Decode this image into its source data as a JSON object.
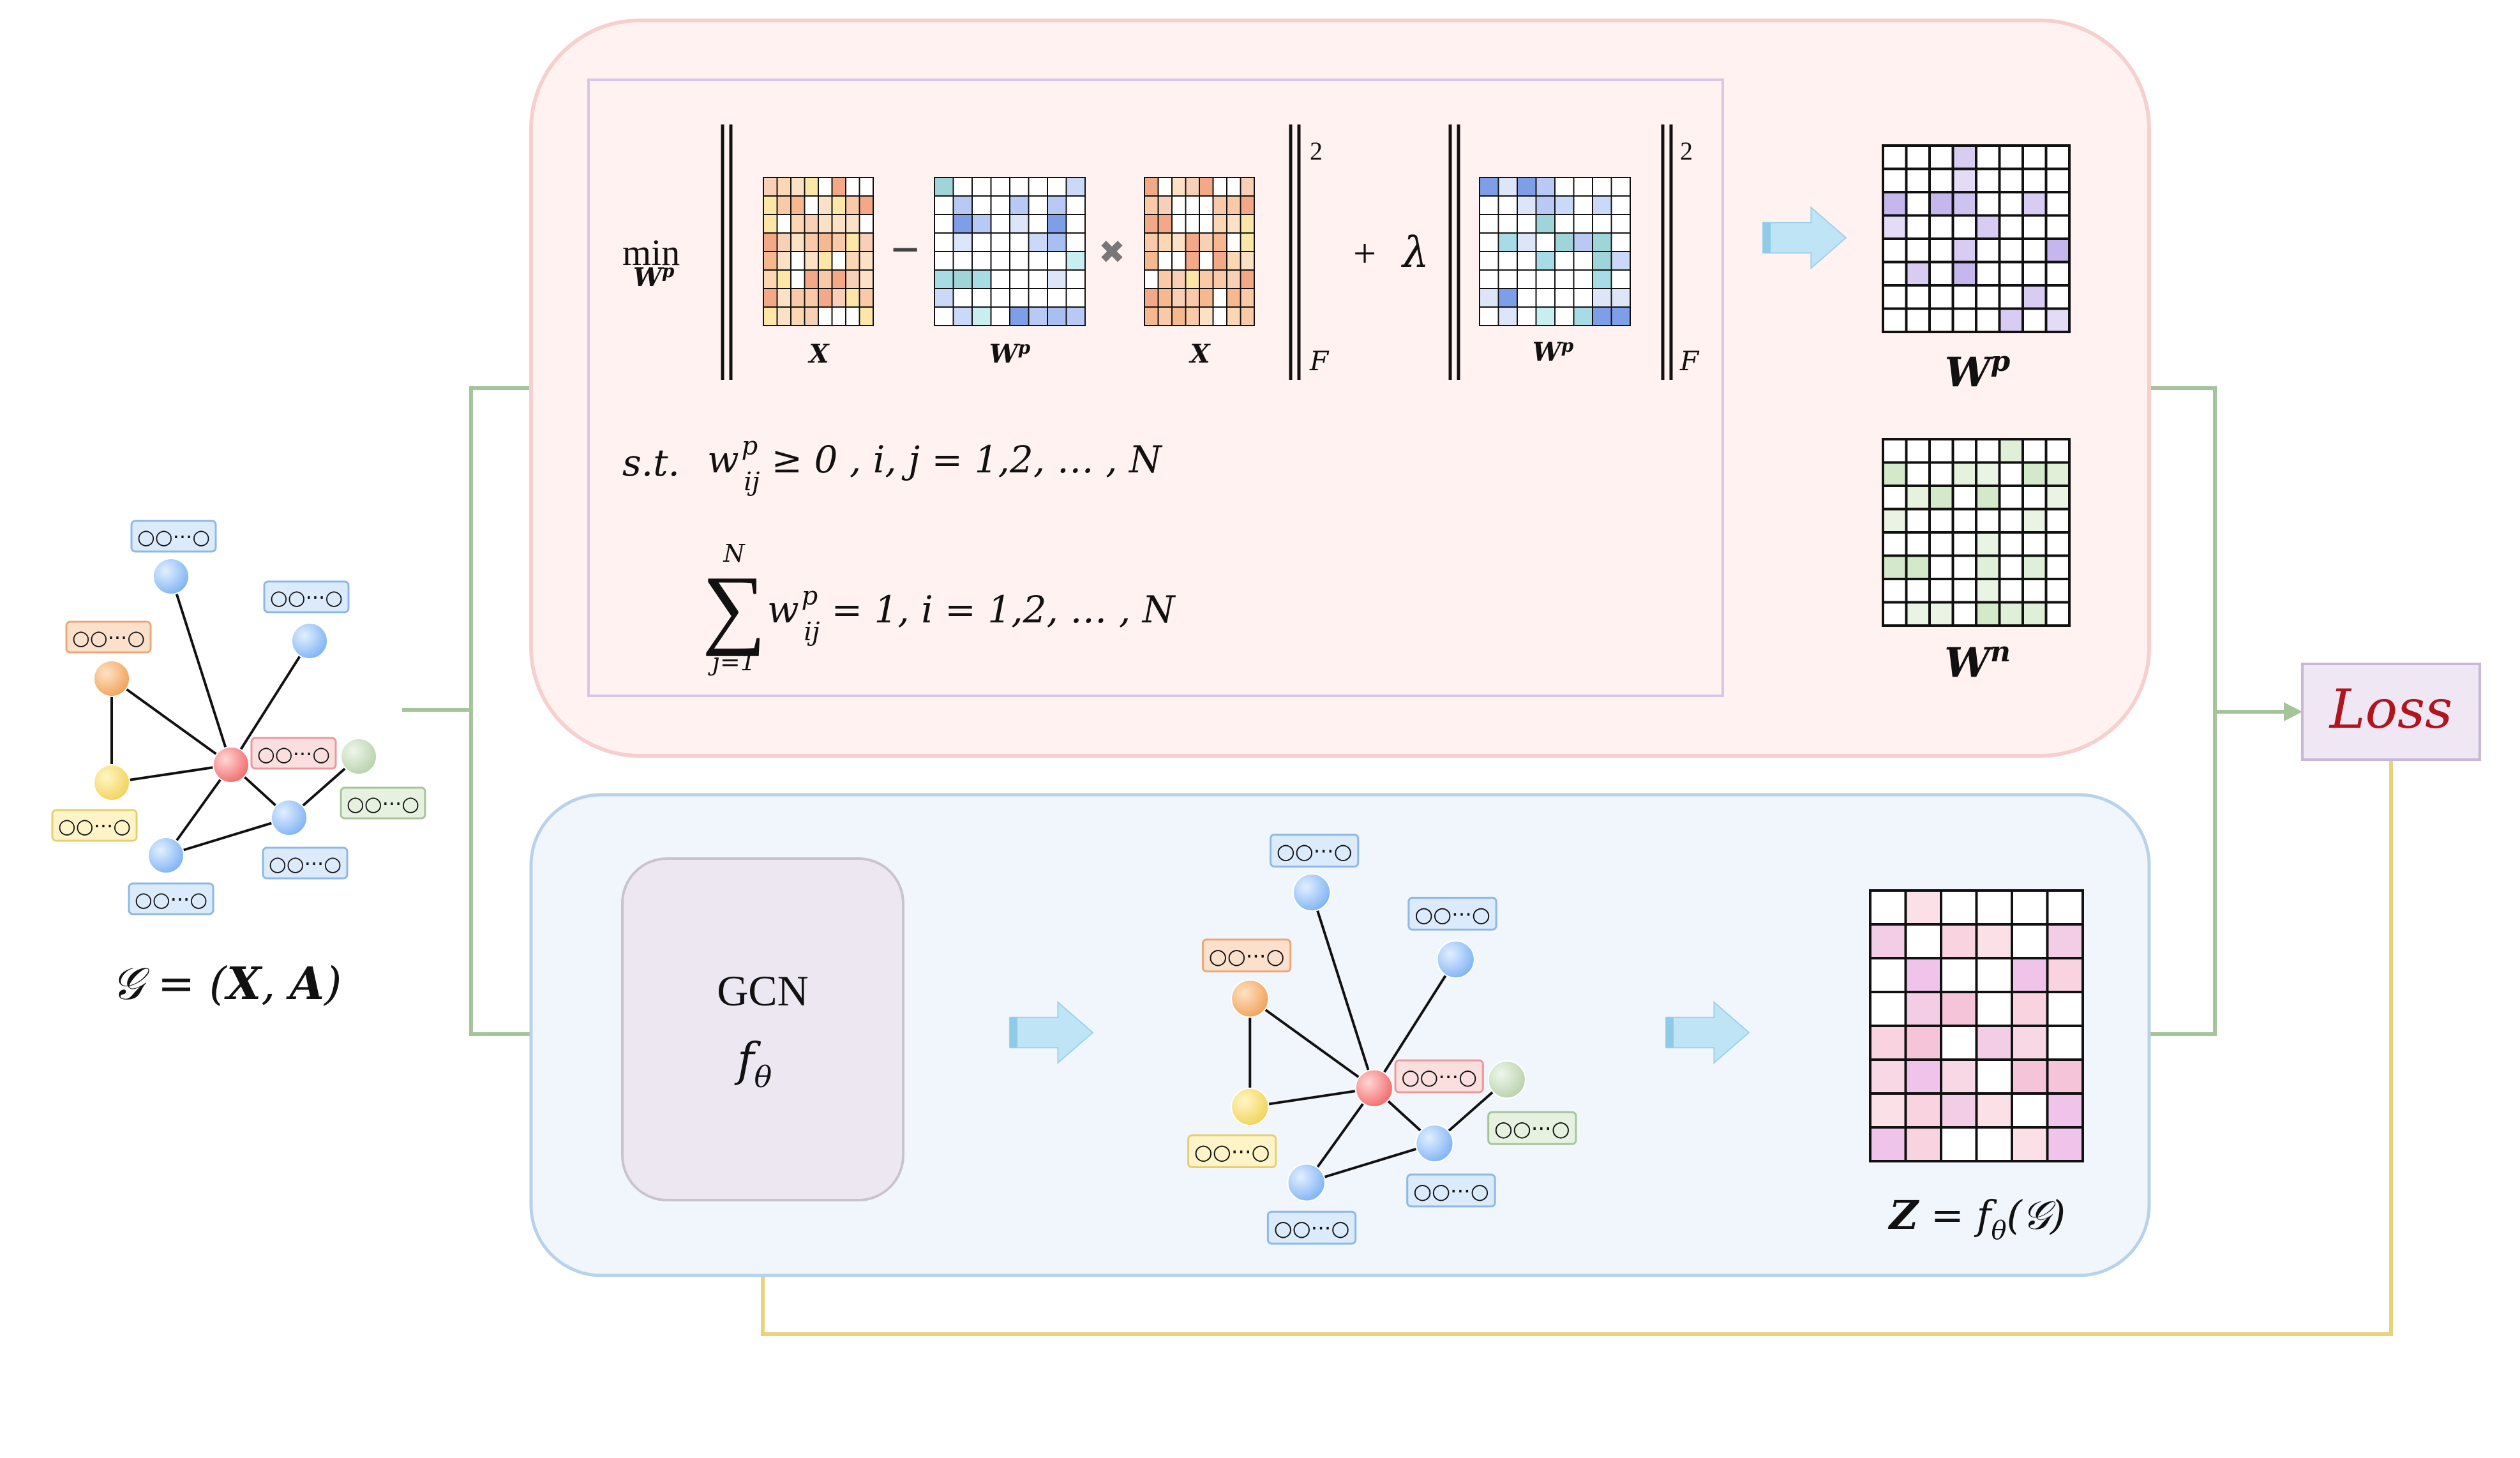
{
  "colors": {
    "top_panel_fill": "#fff2f1",
    "top_panel_stroke": "#f7cfcf",
    "inner_panel_stroke": "#d9c6e6",
    "bottom_panel_fill": "#f1f6fc",
    "bottom_panel_stroke": "#b7d2ea",
    "green_line": "#a6c49a",
    "yellow_line": "#e9d27a",
    "loss_fill": "#efe7f4",
    "loss_stroke": "#c7b8d8",
    "loss_text": "#b0151f",
    "arrow_fill": "#bfe4f5",
    "gcn_fill": "#ece7f0",
    "gcn_stroke": "#c9c3cf"
  },
  "objective": {
    "min_label": "min",
    "min_sub": "W",
    "min_sub_sup": "p",
    "x_label": "X",
    "wp_label": "W",
    "wp_label_sup": "p",
    "minus": "−",
    "times": "✖",
    "plus": "+",
    "lambda": "λ",
    "norm_sup": "2",
    "norm_sub": "F"
  },
  "constraints": {
    "st": "s.t.",
    "c1_var": "w",
    "c1_sup": "p",
    "c1_sub": "ij",
    "c1_rest": "≥ 0 , i, j = 1,2, … , N",
    "sum_symbol": "∑",
    "sum_top": "N",
    "sum_bottom": "j=1",
    "c2_var": "w",
    "c2_sup": "p",
    "c2_sub": "ij",
    "c2_rest": "= 1, i = 1,2, … , N"
  },
  "outputs": {
    "wp_base": "W",
    "wp_sup": "p",
    "wn_base": "W",
    "wn_sup": "n"
  },
  "graph_label": {
    "prefix": "𝒢 = (",
    "x": "X",
    "comma": ", ",
    "a": "A",
    "suffix": ")"
  },
  "gcn": {
    "title": "GCN",
    "func": "f",
    "func_sub": "θ"
  },
  "z_label": {
    "z": "Z",
    "eq": " = f",
    "sub": "θ",
    "arg": "(𝒢)"
  },
  "loss": {
    "label": "Loss"
  },
  "feature_tag": "○○···○"
}
